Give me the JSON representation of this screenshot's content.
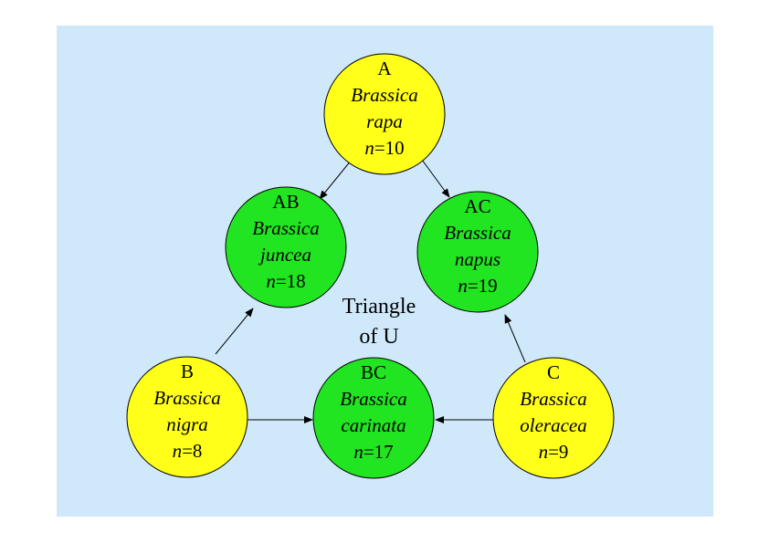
{
  "colors": {
    "background_panel": "#cfe9fb",
    "diploid_fill": "#ffff1a",
    "amphidiploid_fill": "#22e522",
    "outline": "#000000"
  },
  "center_label": [
    "Triangle",
    "of U"
  ],
  "nodes": [
    {
      "id": "A",
      "genome": "A",
      "genus": "Brassica",
      "species": "rapa",
      "chromosome_label": "=10",
      "type": "diploid"
    },
    {
      "id": "AB",
      "genome": "AB",
      "genus": "Brassica",
      "species": "juncea",
      "chromosome_label": "=18",
      "type": "amphidiploid"
    },
    {
      "id": "AC",
      "genome": "AC",
      "genus": "Brassica",
      "species": "napus",
      "chromosome_label": "=19",
      "type": "amphidiploid"
    },
    {
      "id": "B",
      "genome": "B",
      "genus": "Brassica",
      "species": "nigra",
      "chromosome_label": "=8",
      "type": "diploid"
    },
    {
      "id": "BC",
      "genome": "BC",
      "genus": "Brassica",
      "species": "carinata",
      "chromosome_label": "=17",
      "type": "amphidiploid"
    },
    {
      "id": "C",
      "genome": "C",
      "genus": "Brassica",
      "species": "oleracea",
      "chromosome_label": "=9",
      "type": "diploid"
    }
  ],
  "n_symbol": "n",
  "edges": [
    {
      "from": "A",
      "to": "AB"
    },
    {
      "from": "A",
      "to": "AC"
    },
    {
      "from": "B",
      "to": "AB"
    },
    {
      "from": "B",
      "to": "BC"
    },
    {
      "from": "C",
      "to": "BC"
    },
    {
      "from": "C",
      "to": "AC"
    }
  ]
}
